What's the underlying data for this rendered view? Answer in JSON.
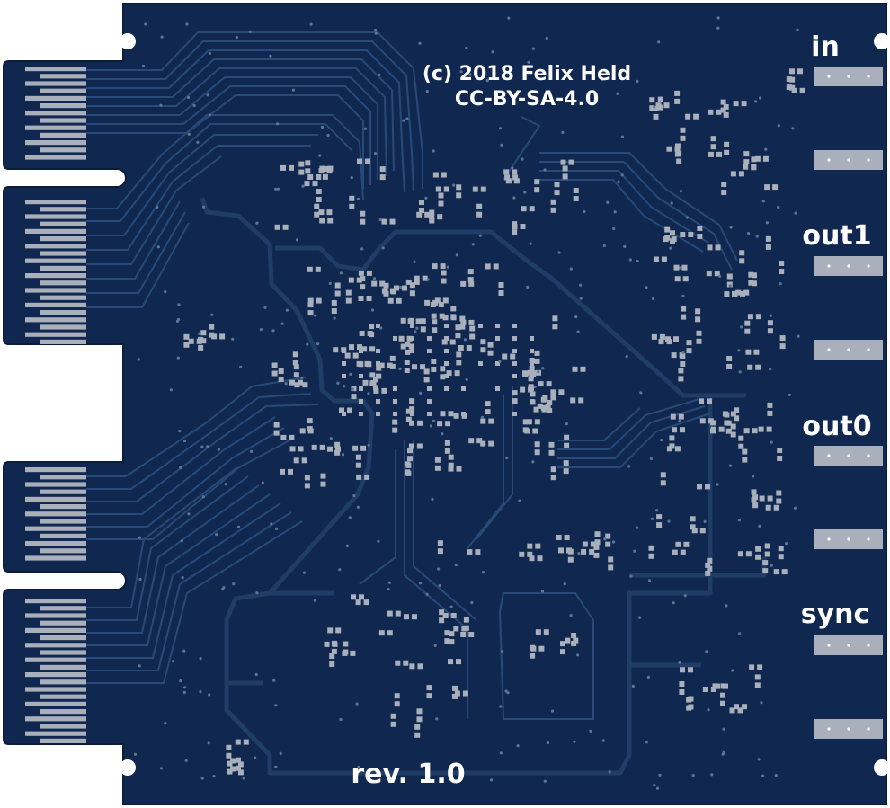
{
  "board": {
    "copyright_line1": "(c) 2018 Felix Held",
    "copyright_line2": "CC-BY-SA-4.0",
    "revision": "rev. 1.0",
    "colors": {
      "substrate": "#10284f",
      "copper": "#1d3a63",
      "copper_edge": "#0a1d3b",
      "pad": "#a9b0bb",
      "silkscreen": "#ffffff",
      "background": "#ffffff"
    }
  },
  "connectors": [
    {
      "label": "in"
    },
    {
      "label": "out1"
    },
    {
      "label": "out0"
    },
    {
      "label": "sync"
    }
  ],
  "edge_fingers": [
    {
      "name": "finger-group-1"
    },
    {
      "name": "finger-group-2"
    },
    {
      "name": "finger-group-3"
    },
    {
      "name": "finger-group-4"
    }
  ]
}
